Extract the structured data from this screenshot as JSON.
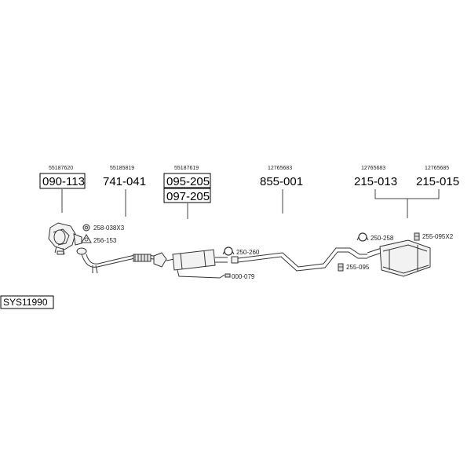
{
  "diagram": {
    "system_code": "SYS11990",
    "groups": [
      {
        "oem": "55187620",
        "parts": [
          "090-113"
        ],
        "boxed": true
      },
      {
        "oem": "55185819",
        "parts": [
          "741-041"
        ],
        "boxed": false
      },
      {
        "oem": "55187619",
        "parts": [
          "095-205",
          "097-205"
        ],
        "boxed": true
      },
      {
        "oem": "12765683",
        "parts": [
          "855-001"
        ],
        "boxed": false
      },
      {
        "oem": "12765683",
        "parts": [
          "215-013"
        ],
        "boxed": false
      },
      {
        "oem": "12765685",
        "parts": [
          "215-015"
        ],
        "boxed": false
      }
    ],
    "fittings": [
      {
        "code": "258-038X3",
        "icon": "nut-icon"
      },
      {
        "code": "256-153",
        "icon": "gasket-triangle-icon"
      },
      {
        "code": "250-260",
        "icon": "clamp-icon"
      },
      {
        "code": "000-079",
        "icon": "bracket-icon"
      },
      {
        "code": "250-258",
        "icon": "clamp-icon"
      },
      {
        "code": "255-095X2",
        "icon": "rubber-mount-icon"
      },
      {
        "code": "255-095",
        "icon": "rubber-mount-icon"
      }
    ]
  }
}
